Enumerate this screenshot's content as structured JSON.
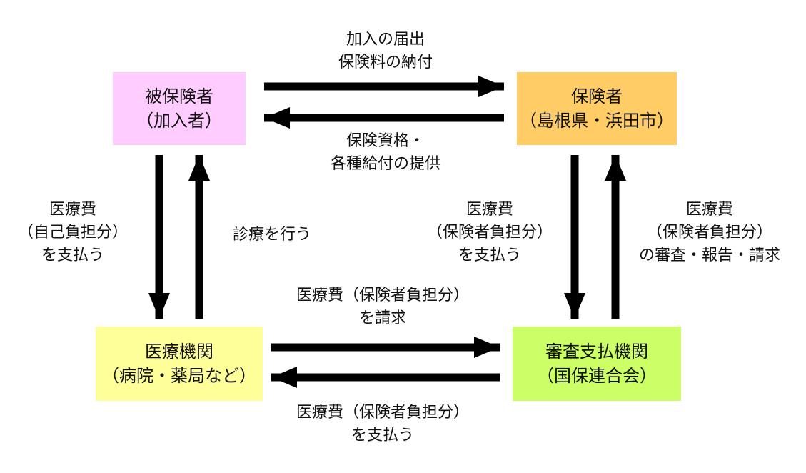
{
  "nodes": {
    "insured": {
      "line1": "被保険者",
      "line2": "（加入者）",
      "color": "#FFCCFF"
    },
    "insurer": {
      "line1": "保険者",
      "line2": "（島根県・浜田市）",
      "color": "#FFCC66"
    },
    "medical": {
      "line1": "医療機関",
      "line2": "（病院・薬局など）",
      "color": "#FFFF99"
    },
    "review": {
      "line1": "審査支払機関",
      "line2": "（国保連合会）",
      "color": "#CCFF66"
    }
  },
  "edges": {
    "insured_to_insurer": {
      "line1": "加入の届出",
      "line2": "保険料の納付"
    },
    "insurer_to_insured": {
      "line1": "保険資格・",
      "line2": "各種給付の提供"
    },
    "insured_to_medical": {
      "line1": "医療費",
      "line2": "（自己負担分）",
      "line3": "を支払う"
    },
    "medical_to_insured": {
      "line1": "診療を行う"
    },
    "insurer_to_review": {
      "line1": "医療費",
      "line2": "（保険者負担分）",
      "line3": "を支払う"
    },
    "review_to_insurer": {
      "line1": "医療費",
      "line2": "（保険者負担分）",
      "line3": "の審査・報告・請求"
    },
    "medical_to_review": {
      "line1": "医療費（保険者負担分）",
      "line2": "を請求"
    },
    "review_to_medical": {
      "line1": "医療費（保険者負担分）",
      "line2": "を支払う"
    }
  },
  "arrow_color": "#000000"
}
